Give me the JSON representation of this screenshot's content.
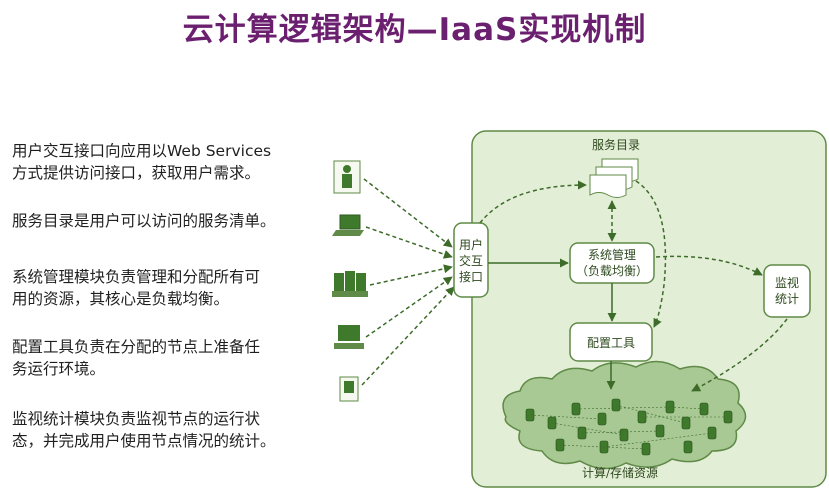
{
  "title": "云计算逻辑架构—IaaS实现机制",
  "paragraphs": [
    {
      "line1": "用户交互接口向应用以Web Services",
      "line2": "方式提供访问接口，获取用户需求。"
    },
    {
      "line1": "服务目录是用户可以访问的服务清单。",
      "line2": ""
    },
    {
      "line1": "系统管理模块负责管理和分配所有可",
      "line2": "用的资源，其核心是负载均衡。"
    },
    {
      "line1": "配置工具负责在分配的节点上准备任",
      "line2": "务运行环境。"
    },
    {
      "line1": "监视统计模块负责监视节点的运行状",
      "line2": "态，并完成用户使用节点情况的统计。"
    }
  ],
  "diagram": {
    "service_catalog": "服务目录",
    "user_interface": [
      "用户",
      "交互",
      "接口"
    ],
    "system_mgmt": [
      "系统管理",
      "（负载均衡）"
    ],
    "monitor": [
      "监视",
      "统计"
    ],
    "config_tool": "配置工具",
    "resources": "计算/存储资源",
    "colors": {
      "panel": "#e3eed7",
      "border": "#5f8a47",
      "node": "#3f7a2c",
      "arrow": "#3d6b2a"
    }
  }
}
